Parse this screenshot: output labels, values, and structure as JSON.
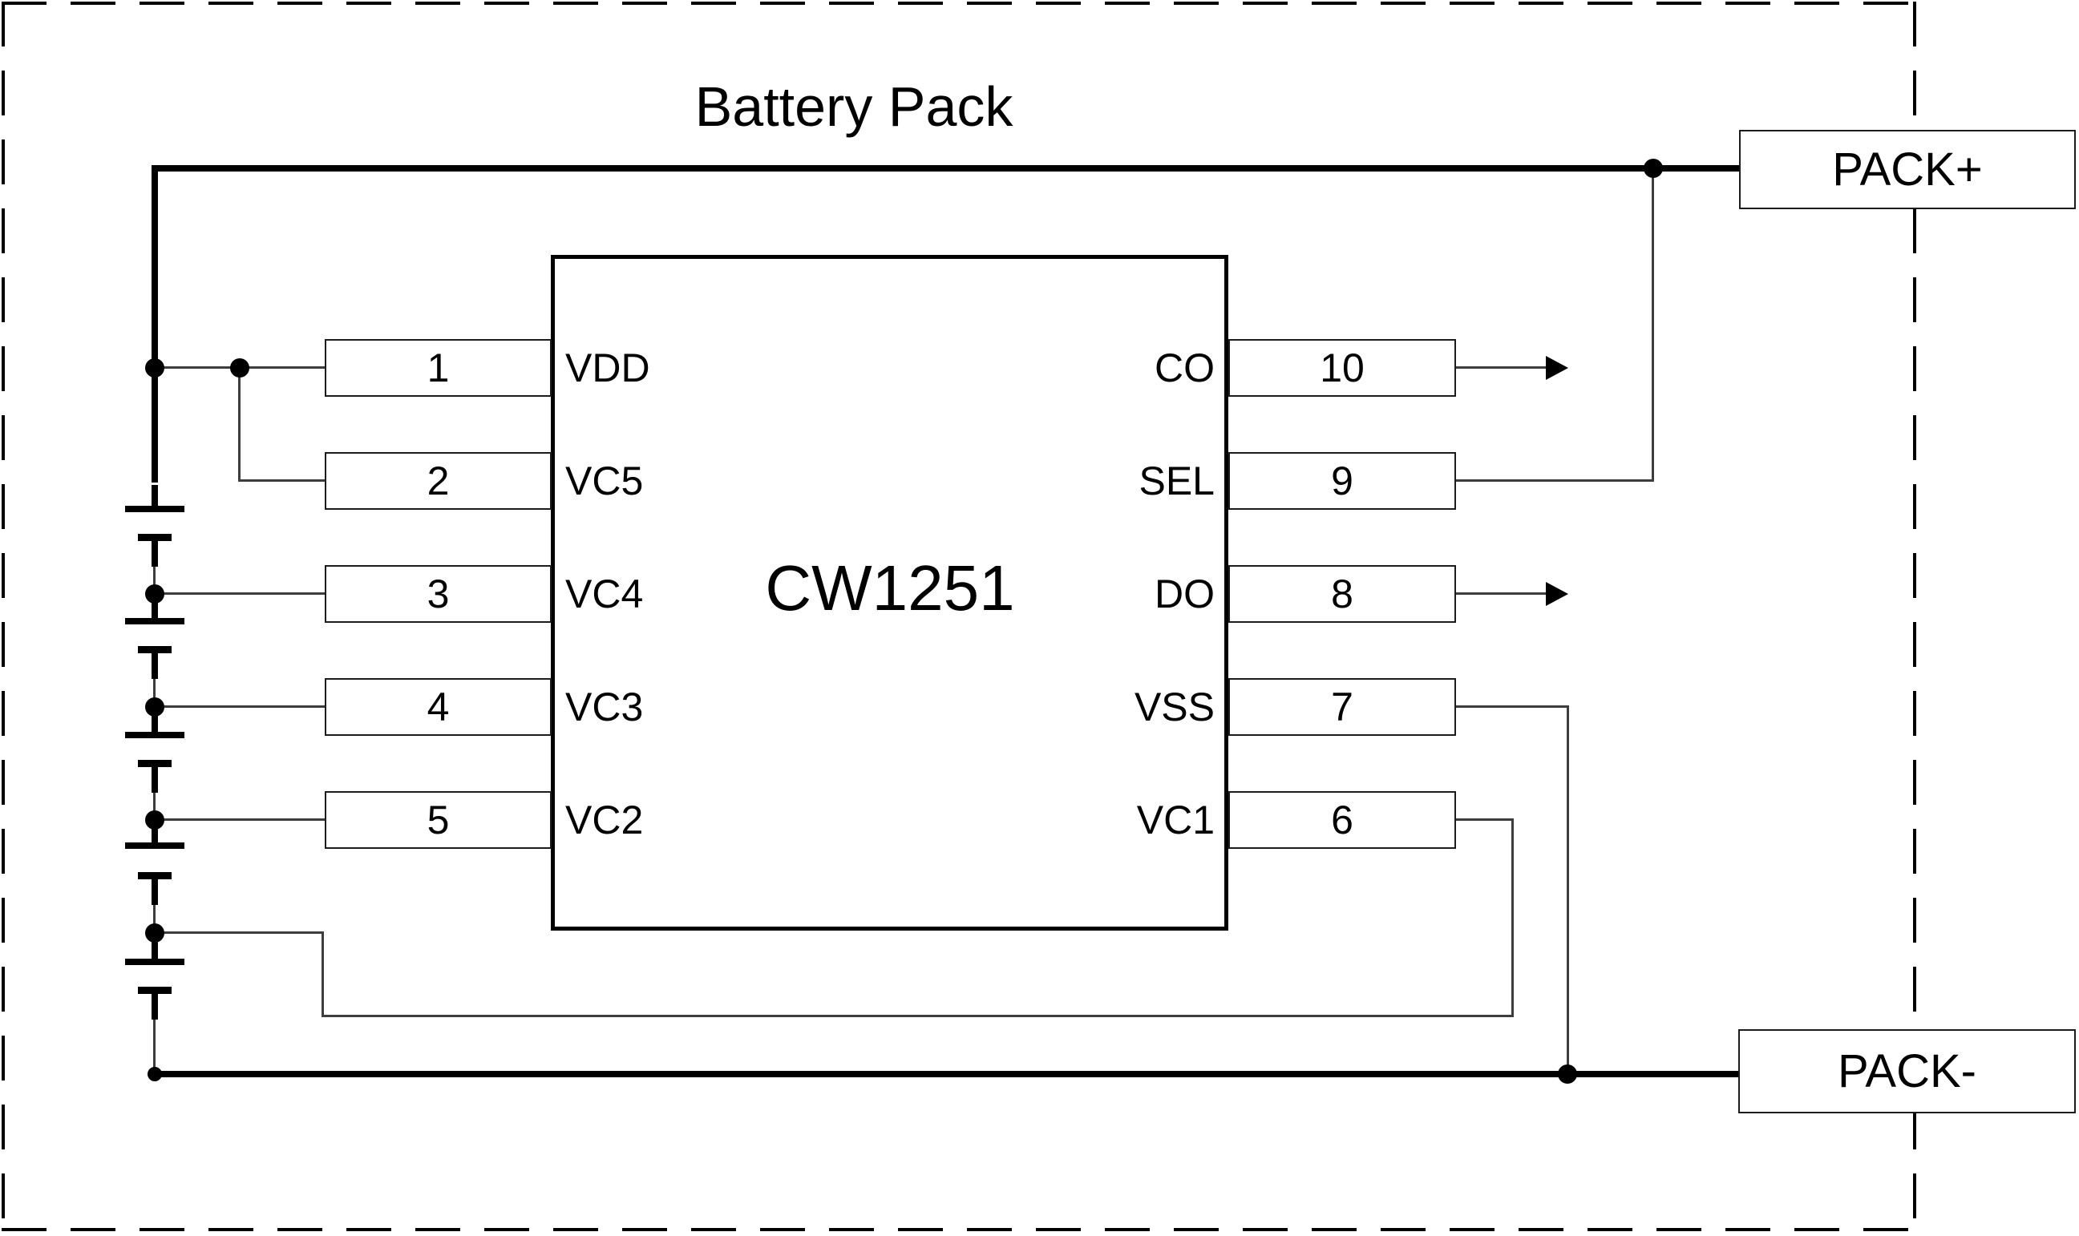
{
  "title": "Battery Pack",
  "chip": {
    "name": "CW1251",
    "left_pins": [
      {
        "number": "1",
        "name": "VDD"
      },
      {
        "number": "2",
        "name": "VC5"
      },
      {
        "number": "3",
        "name": "VC4"
      },
      {
        "number": "4",
        "name": "VC3"
      },
      {
        "number": "5",
        "name": "VC2"
      }
    ],
    "right_pins": [
      {
        "number": "10",
        "name": "CO"
      },
      {
        "number": "9",
        "name": "SEL"
      },
      {
        "number": "8",
        "name": "DO"
      },
      {
        "number": "7",
        "name": "VSS"
      },
      {
        "number": "6",
        "name": "VC1"
      }
    ]
  },
  "terminals": {
    "positive": "PACK+",
    "negative": "PACK-"
  },
  "battery": {
    "cell_count": 5
  },
  "colors": {
    "line": "#000000",
    "wire": "#3d3d3d",
    "background": "#ffffff"
  }
}
